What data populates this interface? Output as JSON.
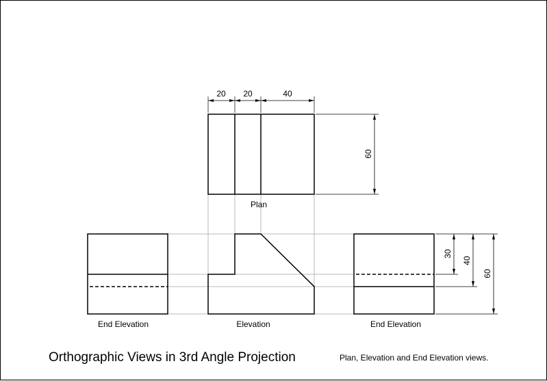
{
  "title": "Orthographic Views in 3rd Angle Projection",
  "subtitle": "Plan, Elevation and End Elevation views.",
  "views": {
    "plan": "Plan",
    "elevation": "Elevation",
    "end_elevation_left": "End Elevation",
    "end_elevation_right": "End Elevation"
  },
  "dimensions": {
    "plan_width_1": "20",
    "plan_width_2": "20",
    "plan_width_3": "40",
    "plan_depth": "60",
    "height_step": "30",
    "height_mid": "40",
    "height_total": "60"
  }
}
